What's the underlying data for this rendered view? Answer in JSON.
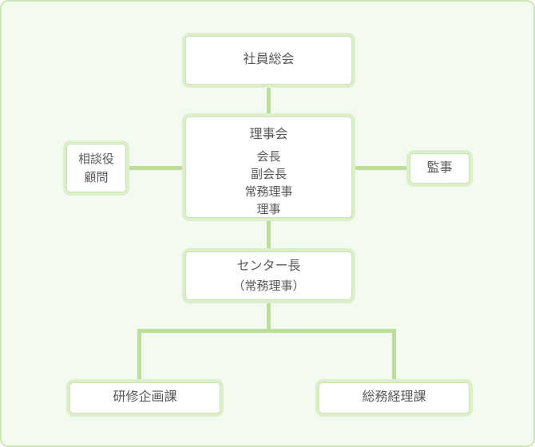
{
  "theme": {
    "background": "#f3faef",
    "frame_border": "#cde7b8",
    "box_fill": "#ffffff",
    "box_border": "#c9e5b0",
    "box_glow": "#dcefca",
    "connector": "#bce09c",
    "text": "#595959"
  },
  "org": {
    "general_meeting": {
      "label": "社員総会"
    },
    "board": {
      "title": "理事会",
      "members": [
        "会長",
        "副会長",
        "常務理事",
        "理事"
      ]
    },
    "advisors": {
      "lines": [
        "相談役",
        "顧問"
      ]
    },
    "auditor": {
      "label": "監事"
    },
    "center_head": {
      "lines": [
        "センター長",
        "（常務理事）"
      ]
    },
    "training_section": {
      "label": "研修企画課"
    },
    "general_affairs_section": {
      "label": "総務経理課"
    }
  }
}
